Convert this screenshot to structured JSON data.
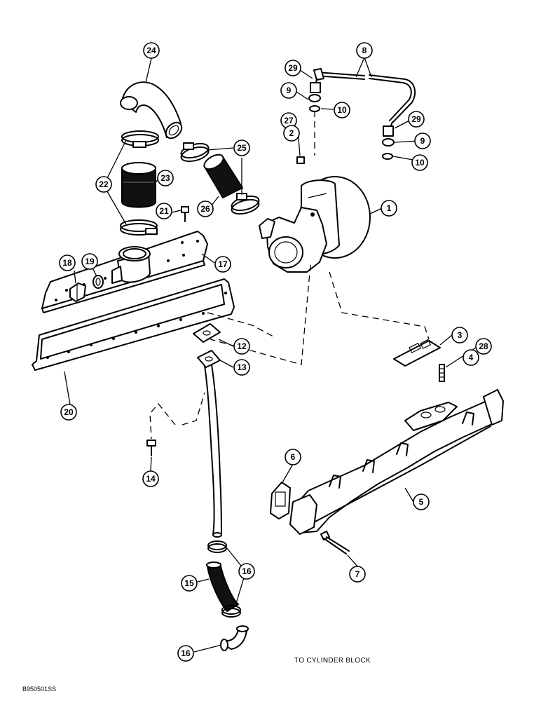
{
  "caption": "TO CYLINDER BLOCK",
  "figure_id": "B950501SS",
  "callouts": [
    {
      "id": "c24",
      "label": "24"
    },
    {
      "id": "c8",
      "label": "8"
    },
    {
      "id": "c29a",
      "label": "29"
    },
    {
      "id": "c9a",
      "label": "9"
    },
    {
      "id": "c10a",
      "label": "10"
    },
    {
      "id": "c27",
      "label": "27"
    },
    {
      "id": "c2",
      "label": "2"
    },
    {
      "id": "c29b",
      "label": "29"
    },
    {
      "id": "c9b",
      "label": "9"
    },
    {
      "id": "c10b",
      "label": "10"
    },
    {
      "id": "c25",
      "label": "25"
    },
    {
      "id": "c22",
      "label": "22"
    },
    {
      "id": "c23",
      "label": "23"
    },
    {
      "id": "c21",
      "label": "21"
    },
    {
      "id": "c26",
      "label": "26"
    },
    {
      "id": "c1",
      "label": "1"
    },
    {
      "id": "c18",
      "label": "18"
    },
    {
      "id": "c19",
      "label": "19"
    },
    {
      "id": "c17",
      "label": "17"
    },
    {
      "id": "c12",
      "label": "12"
    },
    {
      "id": "c13",
      "label": "13"
    },
    {
      "id": "c3",
      "label": "3"
    },
    {
      "id": "c28",
      "label": "28"
    },
    {
      "id": "c4",
      "label": "4"
    },
    {
      "id": "c20",
      "label": "20"
    },
    {
      "id": "c6",
      "label": "6"
    },
    {
      "id": "c14",
      "label": "14"
    },
    {
      "id": "c5",
      "label": "5"
    },
    {
      "id": "c7",
      "label": "7"
    },
    {
      "id": "c16a",
      "label": "16"
    },
    {
      "id": "c15",
      "label": "15"
    },
    {
      "id": "c16b",
      "label": "16"
    }
  ]
}
